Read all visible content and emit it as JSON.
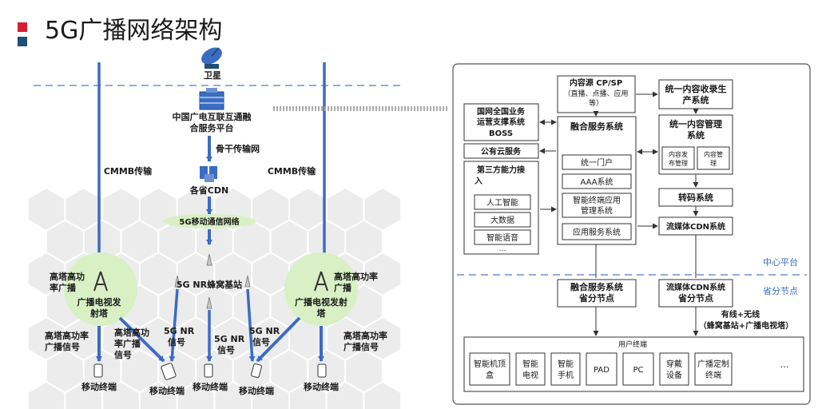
{
  "title": "5G广播网络架构",
  "left": {
    "satellite": "卫星",
    "platform_line1": "中国广电互联互通融",
    "platform_line2": "合服务平台",
    "backbone": "骨干传输网",
    "cdn": "各省CDN",
    "mobile_net": "5G移动通信网络",
    "cmmb_left": "CMMB传输",
    "cmmb_right": "CMMB传输",
    "base_station": "5G NR蜂窝基站",
    "tower_left_line1": "高塔高功",
    "tower_left_line2": "率广播",
    "tower_right_line1": "高塔高功率",
    "tower_right_line2": "广播",
    "tx_left_line1": "广播电视发",
    "tx_left_line2": "射塔",
    "tx_right_line1": "广播电视发射",
    "tx_right_line2": "塔",
    "sig_l1_line1": "高塔高功率",
    "sig_l1_line2": "广播信号",
    "sig_l2_line1": "高塔高功",
    "sig_l2_line2": "率广播",
    "sig_l2_line3": "信号",
    "sig_r_line1": "高塔高功率",
    "sig_r_line2": "广播信号",
    "nr1_line1": "5G NR",
    "nr1_line2": "信号",
    "nr2_line1": "5G NR",
    "nr2_line2": "信号",
    "nr3_line1": "5G NR",
    "nr3_line2": "信号",
    "terminal": "移动终端"
  },
  "right": {
    "content_source_line1": "内容源 CP/SP",
    "content_source_line2": "（直播、点播、应用",
    "content_source_line3": "等）",
    "collect_line1": "统一内容收录生",
    "collect_line2": "产系统",
    "boss_line1": "国网全国业务",
    "boss_line2": "运营支撑系统",
    "boss_line3": "BOSS",
    "fusion": "融合服务系统",
    "cms_line1": "统一内容管理",
    "cms_line2": "系统",
    "publish_line1": "内容发",
    "publish_line2": "布管理",
    "manage_line1": "内容管",
    "manage_line2": "理",
    "cloud": "公有云服务",
    "third_line1": "第三方能力接",
    "third_line2": "入",
    "ai": "人工智能",
    "bigdata": "大数据",
    "voice": "智能语音",
    "ellipsis": "…",
    "portal": "统一门户",
    "aaa": "AAA系统",
    "terminal_mgmt_line1": "智能终端应用",
    "terminal_mgmt_line2": "管理系统",
    "app_service": "应用服务系统",
    "transcode": "转码系统",
    "stream_cdn": "流媒体CDN系统",
    "center": "中心平台",
    "province": "省分节点",
    "fusion_node_line1": "融合服务系统",
    "fusion_node_line2": "省分节点",
    "cdn_node_line1": "流媒体CDN系统",
    "cdn_node_line2": "省分节点",
    "wired_line1": "有线+无线",
    "wired_line2": "（蜂窝基站+广播电视塔）",
    "user_terminal": "用户终端",
    "devices": [
      {
        "line1": "智能机顶",
        "line2": "盒"
      },
      {
        "line1": "智能",
        "line2": "电视"
      },
      {
        "line1": "智能",
        "line2": "手机"
      },
      {
        "line1": "PAD",
        "line2": ""
      },
      {
        "line1": "PC",
        "line2": ""
      },
      {
        "line1": "穿戴",
        "line2": "设备"
      },
      {
        "line1": "广播定制",
        "line2": "终端"
      }
    ],
    "devices_more": "…"
  },
  "colors": {
    "red": "#d6202f",
    "navy": "#1f4e79",
    "arrow": "#3b6cc4",
    "green": "#d8f0c4"
  }
}
